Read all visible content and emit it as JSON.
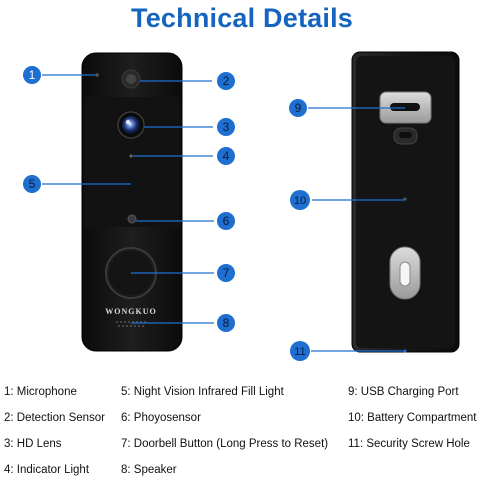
{
  "title": "Technical Details",
  "brand": "WONGKUO",
  "colors": {
    "accent": "#1565c0",
    "badge": "#1e6fd0",
    "device": "#151515"
  },
  "callouts": [
    "1",
    "2",
    "3",
    "4",
    "5",
    "6",
    "7",
    "8",
    "9",
    "10",
    "11"
  ],
  "legend": [
    [
      "1: Microphone",
      "2: Detection Sensor",
      "3: HD Lens",
      "4: Indicator Light"
    ],
    [
      "5: Night Vision Infrared Fill Light",
      "6: Phoyosensor",
      "7: Doorbell Button (Long Press to Reset)",
      "8: Speaker"
    ],
    [
      "9: USB Charging Port",
      "10: Battery Compartment",
      "11: Security Screw Hole"
    ]
  ]
}
